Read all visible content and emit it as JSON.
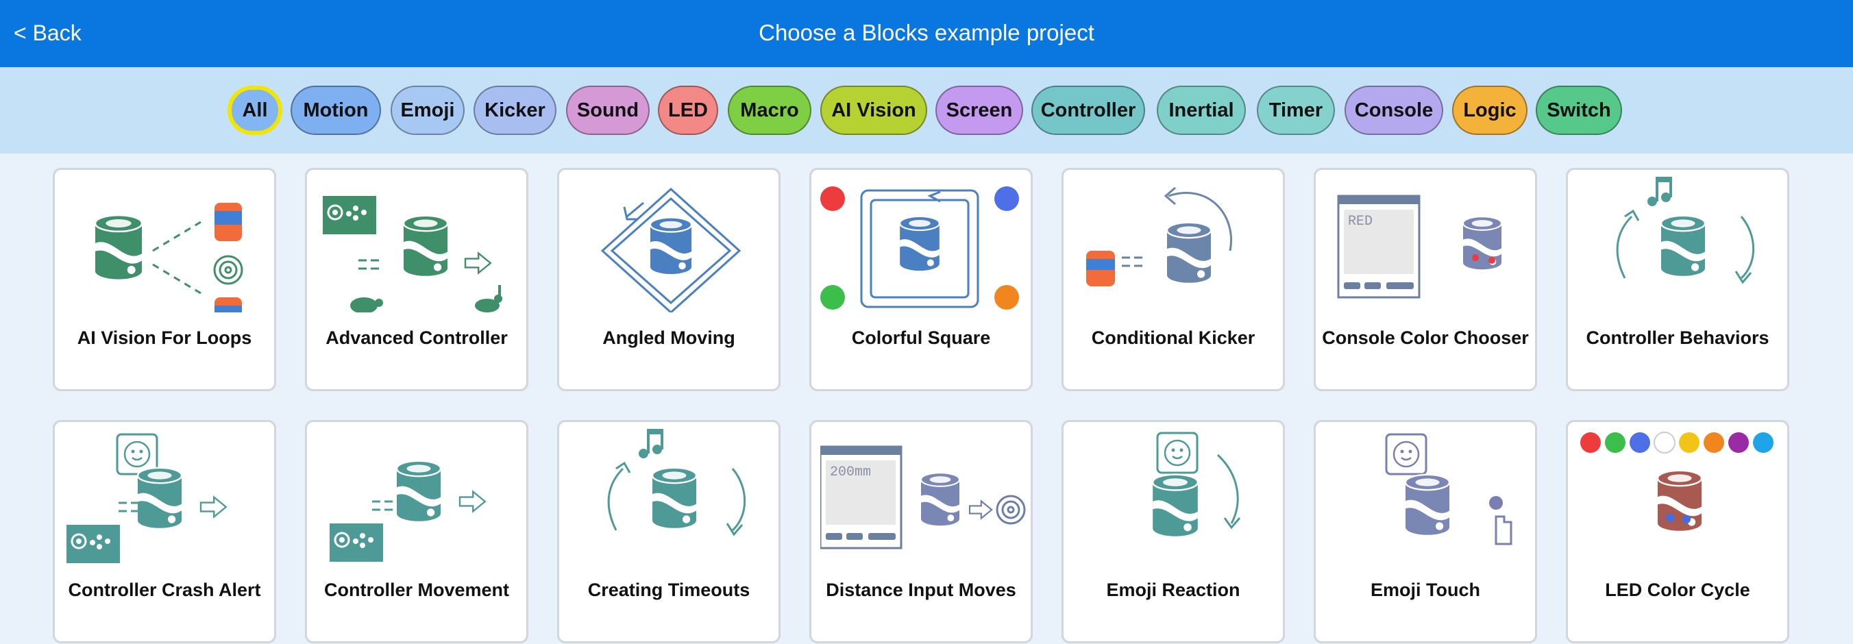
{
  "header": {
    "back_label": "< Back",
    "title": "Choose a Blocks example project"
  },
  "filters": [
    {
      "label": "All",
      "color": "#83b5f2",
      "active": true
    },
    {
      "label": "Motion",
      "color": "#7eaff0"
    },
    {
      "label": "Emoji",
      "color": "#a6c8f3"
    },
    {
      "label": "Kicker",
      "color": "#a8bdf0"
    },
    {
      "label": "Sound",
      "color": "#d59ad6"
    },
    {
      "label": "LED",
      "color": "#f28987"
    },
    {
      "label": "Macro",
      "color": "#7fcf45"
    },
    {
      "label": "AI Vision",
      "color": "#b6d232"
    },
    {
      "label": "Screen",
      "color": "#c39af0"
    },
    {
      "label": "Controller",
      "color": "#74c6c9"
    },
    {
      "label": "Inertial",
      "color": "#7ed0c8"
    },
    {
      "label": "Timer",
      "color": "#84d1ce"
    },
    {
      "label": "Console",
      "color": "#b4a9ee"
    },
    {
      "label": "Logic",
      "color": "#f5b23a"
    },
    {
      "label": "Switch",
      "color": "#56c98a"
    }
  ],
  "projects": [
    {
      "name": "AI Vision For Loops",
      "icon": "ai-vision-robot-icon"
    },
    {
      "name": "Advanced Controller",
      "icon": "controller-robot-icon"
    },
    {
      "name": "Angled Moving",
      "icon": "angled-moving-icon"
    },
    {
      "name": "Colorful Square",
      "icon": "colorful-square-icon"
    },
    {
      "name": "Conditional Kicker",
      "icon": "kicker-robot-icon"
    },
    {
      "name": "Console Color Chooser",
      "icon": "console-robot-icon"
    },
    {
      "name": "Controller Behaviors",
      "icon": "robot-sound-turn-icon"
    },
    {
      "name": "Controller Crash Alert",
      "icon": "crash-alert-icon"
    },
    {
      "name": "Controller Movement",
      "icon": "controller-movement-icon"
    },
    {
      "name": "Creating Timeouts",
      "icon": "robot-sound-turn-icon"
    },
    {
      "name": "Distance Input Moves",
      "icon": "distance-console-icon"
    },
    {
      "name": "Emoji Reaction",
      "icon": "emoji-reaction-icon"
    },
    {
      "name": "Emoji Touch",
      "icon": "emoji-touch-icon"
    },
    {
      "name": "LED Color Cycle",
      "icon": "led-color-cycle-icon"
    }
  ],
  "art_text": {
    "console_red": "RED",
    "distance": "200mm"
  },
  "colors": {
    "header": "#0a77e0",
    "filter_bar": "#c5e1f8",
    "page_bg": "#e9f1fb",
    "active_ring": "#f2e600"
  }
}
